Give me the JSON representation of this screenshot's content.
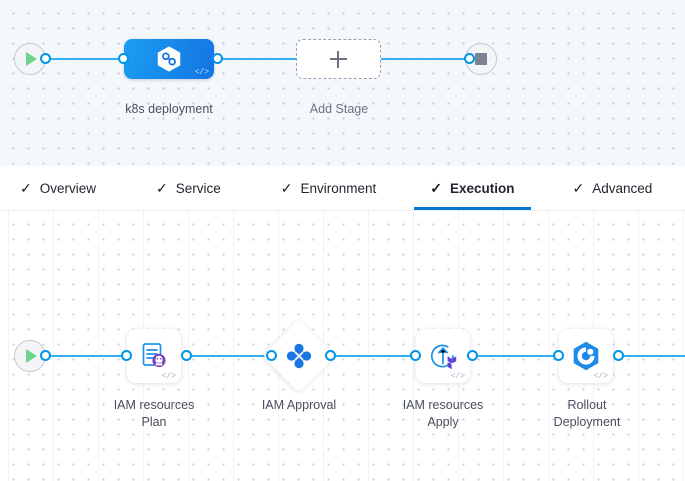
{
  "pipeline_canvas": {
    "start_node": {
      "name": "start-node",
      "icon": "play-icon"
    },
    "end_node": {
      "name": "end-node",
      "icon": "stop-icon"
    },
    "stage": {
      "label": "k8s deployment",
      "icon": "harness-hexagon-icon",
      "code_badge": "</>"
    },
    "add_stage": {
      "label": "Add Stage",
      "icon": "plus-icon"
    }
  },
  "tabs": [
    {
      "label": "Overview",
      "check": "✓",
      "active": false
    },
    {
      "label": "Service",
      "check": "✓",
      "active": false
    },
    {
      "label": "Environment",
      "check": "✓",
      "active": false
    },
    {
      "label": "Execution",
      "check": "✓",
      "active": true
    },
    {
      "label": "Advanced",
      "check": "✓",
      "active": false
    }
  ],
  "execution_canvas": {
    "start_node": {
      "name": "start-node",
      "icon": "play-icon"
    },
    "steps": [
      {
        "label": "IAM resources\nPlan",
        "icon": "terraform-plan-icon",
        "shape": "rounded-square",
        "code_badge": "</>"
      },
      {
        "label": "IAM Approval",
        "icon": "harness-approval-icon",
        "shape": "diamond",
        "code_badge": ""
      },
      {
        "label": "IAM resources\nApply",
        "icon": "terraform-apply-icon",
        "shape": "rounded-square",
        "code_badge": "</>"
      },
      {
        "label": "Rollout\nDeployment",
        "icon": "kubernetes-rollout-icon",
        "shape": "rounded-square",
        "code_badge": "</>"
      }
    ]
  },
  "colors": {
    "connector": "#33b0f0",
    "connector_dot_border": "#0096e6",
    "stage_gradient_from": "#1b9ef0",
    "stage_gradient_to": "#1474e4",
    "active_tab_underline": "#0278d5",
    "play_green": "#6fd48a",
    "terraform_purple": "#7b42bc",
    "canvas_top_bg": "#f4f7fb"
  }
}
